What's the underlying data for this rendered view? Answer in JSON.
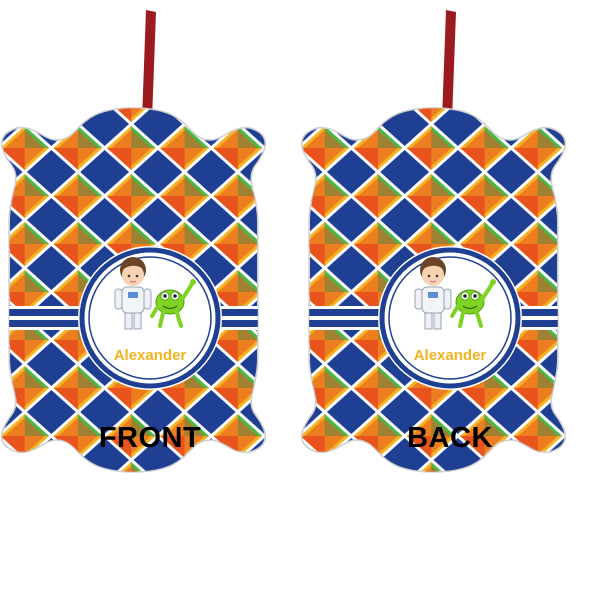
{
  "product": {
    "ornaments": [
      {
        "side_label": "FRONT",
        "name": "Alexander"
      },
      {
        "side_label": "BACK",
        "name": "Alexander"
      }
    ],
    "colors": {
      "ribbon": "#9b1b1f",
      "navy": "#1f3f93",
      "diamond_colors": [
        "#1f3f93",
        "#f4b323",
        "#e8531e",
        "#49b848"
      ],
      "name_color": "#f3b320"
    }
  }
}
